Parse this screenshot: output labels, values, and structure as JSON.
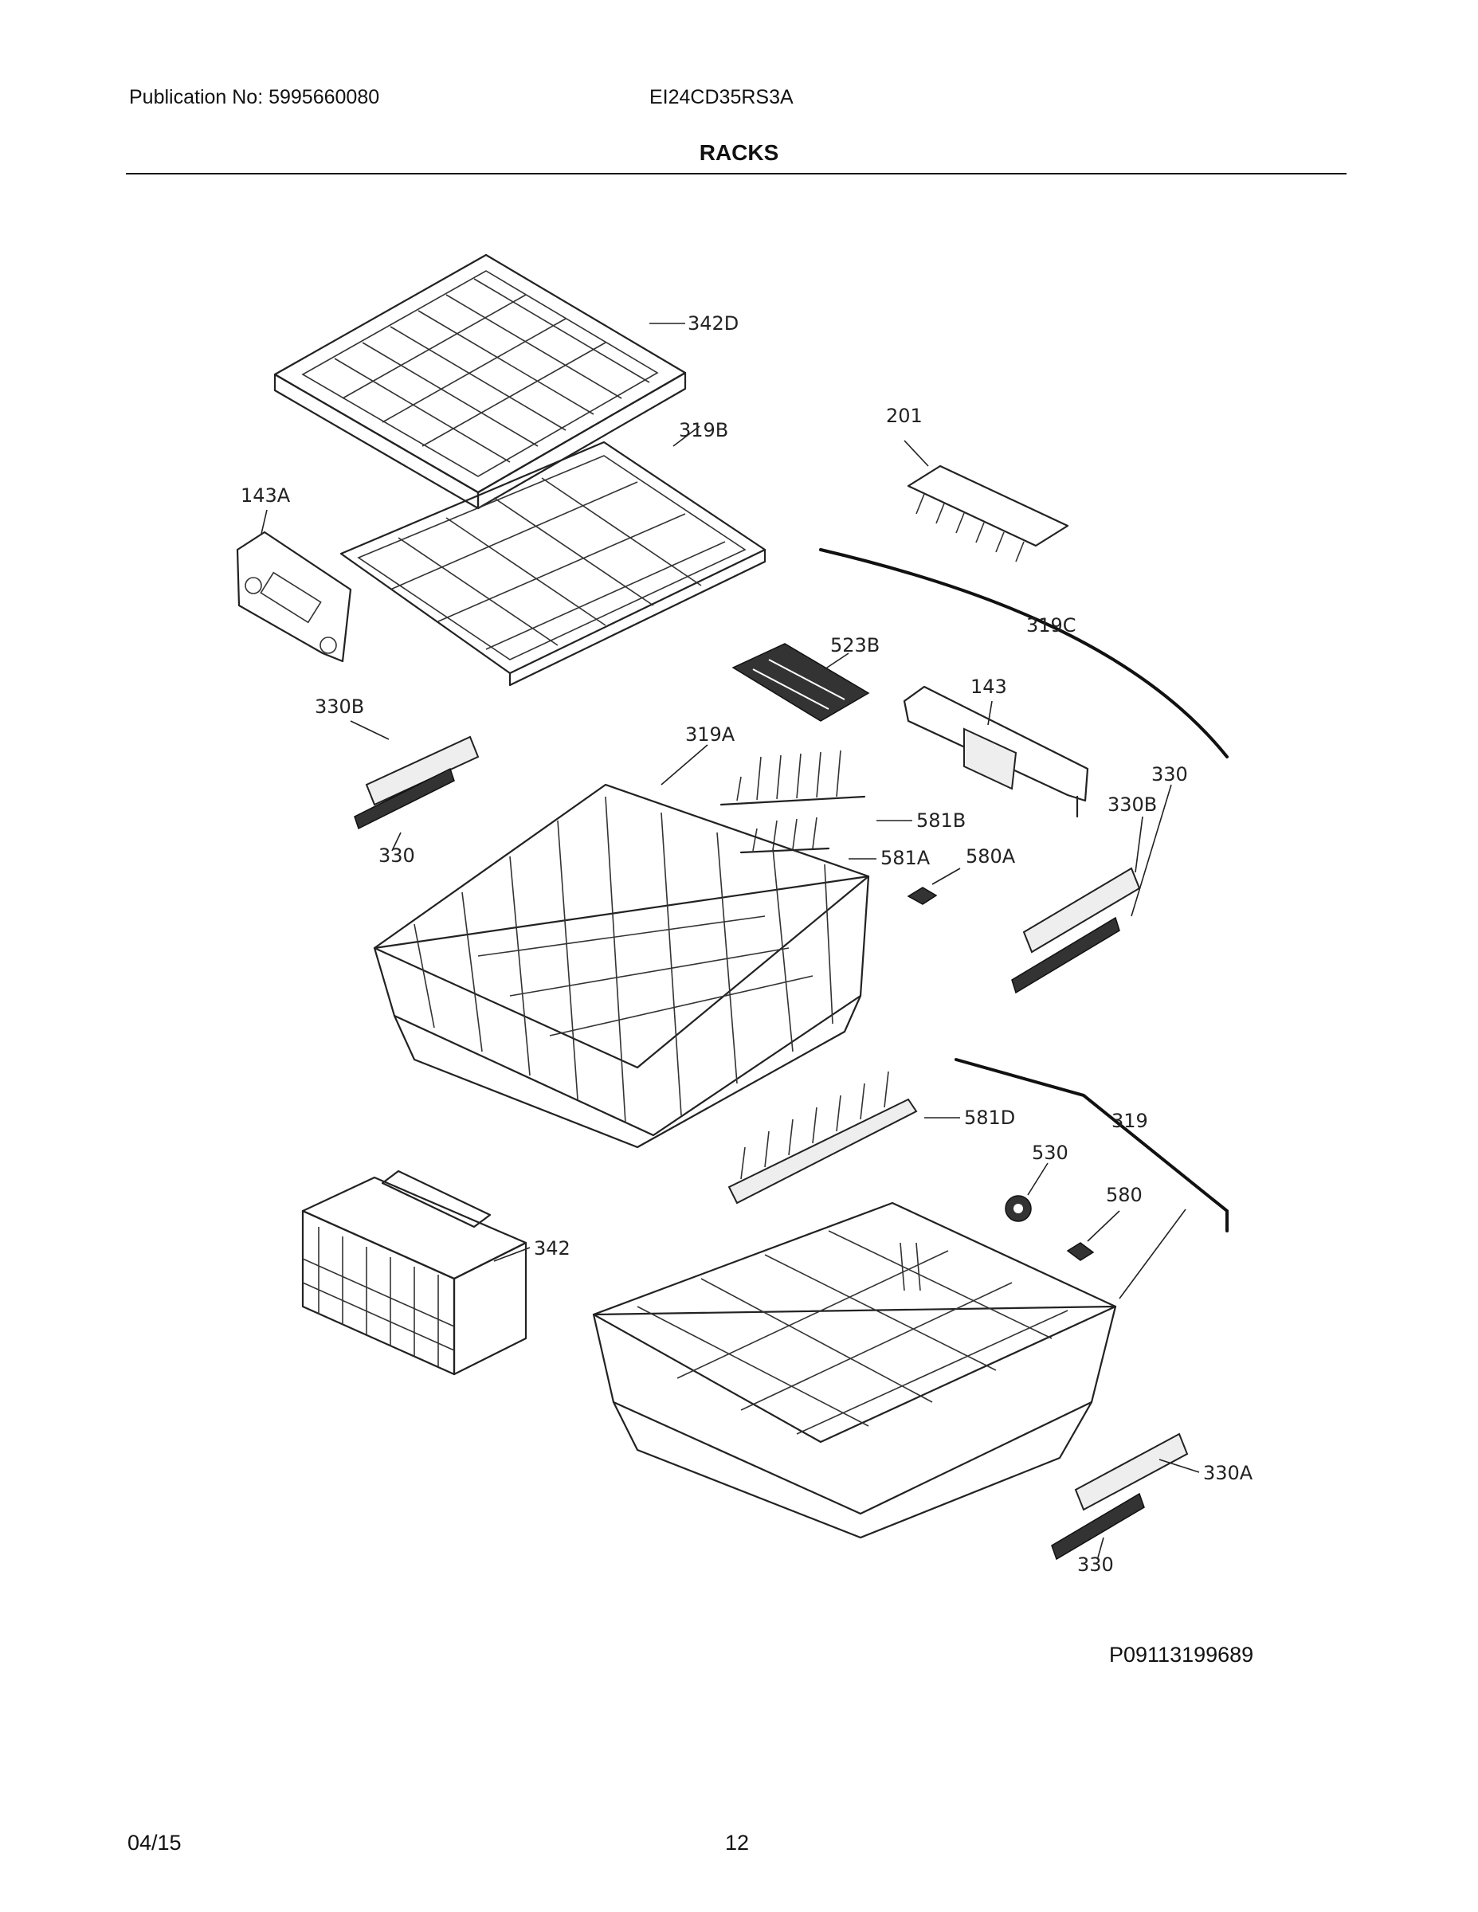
{
  "header": {
    "publication": "Publication No: 5995660080",
    "model": "EI24CD35RS3A",
    "section_title": "RACKS"
  },
  "footer": {
    "date": "04/15",
    "page": "12",
    "figure_id": "P09113199689"
  },
  "callouts": [
    {
      "id": "c-342D",
      "text": "342D"
    },
    {
      "id": "c-319B",
      "text": "319B"
    },
    {
      "id": "c-201",
      "text": "201"
    },
    {
      "id": "c-143A",
      "text": "143A"
    },
    {
      "id": "c-319C",
      "text": "319C"
    },
    {
      "id": "c-523B",
      "text": "523B"
    },
    {
      "id": "c-143",
      "text": "143"
    },
    {
      "id": "c-330B-left",
      "text": "330B"
    },
    {
      "id": "c-319A",
      "text": "319A"
    },
    {
      "id": "c-330-right",
      "text": "330"
    },
    {
      "id": "c-330B-right",
      "text": "330B"
    },
    {
      "id": "c-581B",
      "text": "581B"
    },
    {
      "id": "c-330-left",
      "text": "330"
    },
    {
      "id": "c-581A",
      "text": "581A"
    },
    {
      "id": "c-580A",
      "text": "580A"
    },
    {
      "id": "c-581D",
      "text": "581D"
    },
    {
      "id": "c-319",
      "text": "319"
    },
    {
      "id": "c-530",
      "text": "530"
    },
    {
      "id": "c-580",
      "text": "580"
    },
    {
      "id": "c-342",
      "text": "342"
    },
    {
      "id": "c-330A",
      "text": "330A"
    },
    {
      "id": "c-330-bottom",
      "text": "330"
    }
  ]
}
